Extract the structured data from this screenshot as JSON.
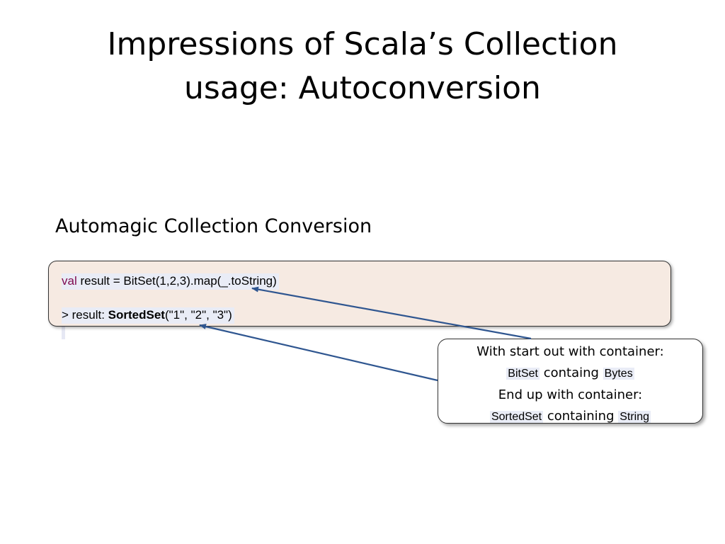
{
  "title": {
    "line1": "Impressions of Scala’s Collection",
    "line2": "usage: Autoconversion"
  },
  "subheading": "Automagic Collection Conversion",
  "code": {
    "line1_keyword": "val",
    "line1_rest": " result = BitSet(1,2,3).map(_.toString)",
    "line2_prefix": "> result: ",
    "line2_type": "SortedSet",
    "line2_rest": "(\"1\", \"2\", \"3\")"
  },
  "callout": {
    "line1": "With start out with container:",
    "line2_a": "BitSet",
    "line2_b": " containg ",
    "line2_c": "Bytes",
    "line3": "End up with container:",
    "line4_a": "SortedSet",
    "line4_b": " containing ",
    "line4_c": "String"
  },
  "colors": {
    "arrow": "#2f5690",
    "keyword": "#7f0a4f",
    "code_background": "#f6eae2",
    "code_highlight": "#e9ecf6"
  }
}
